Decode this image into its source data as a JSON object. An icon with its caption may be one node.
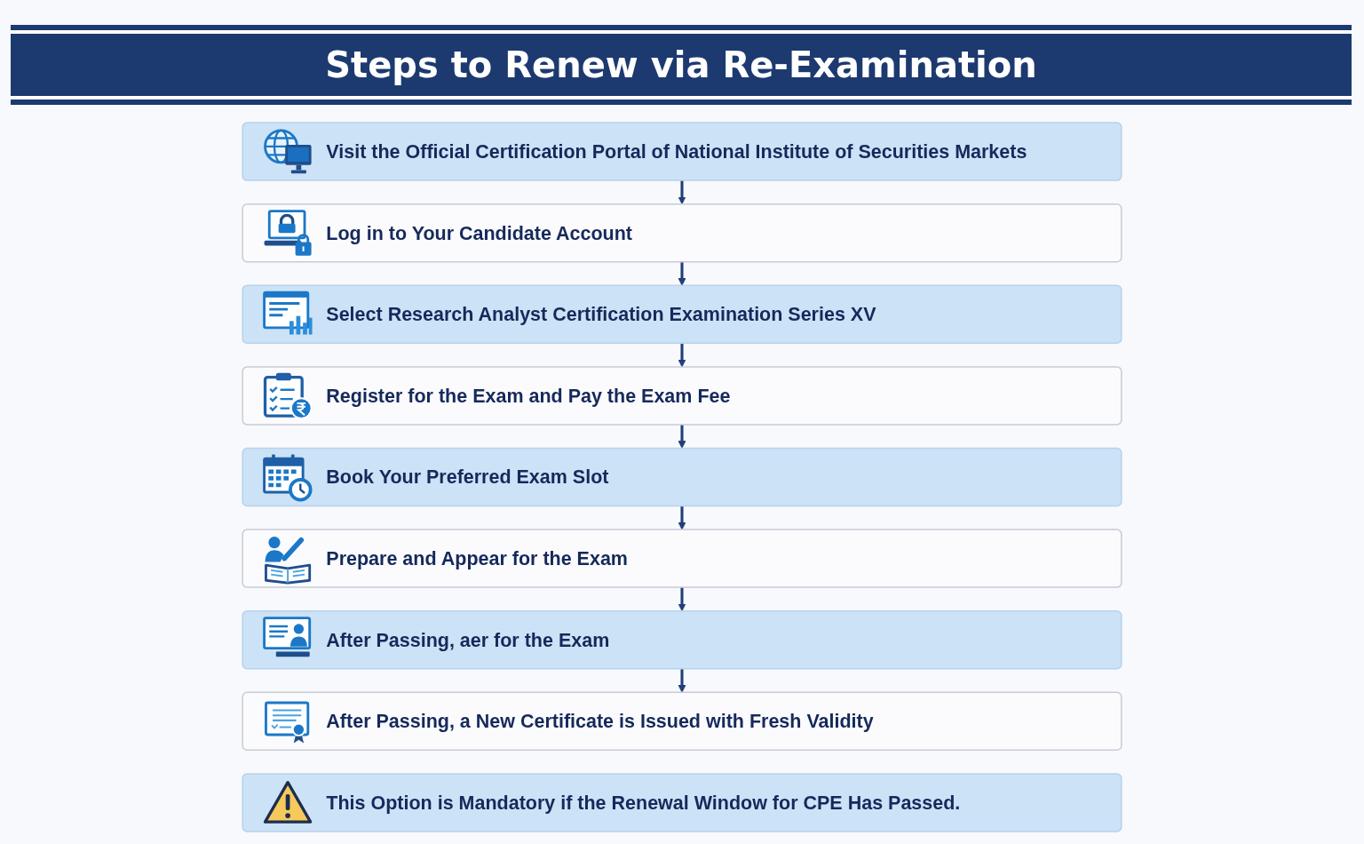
{
  "diagram": {
    "title": "Steps to Renew via Re-Examination",
    "nodes": [
      {
        "text": [
          "Visit the Official Certification Portal of National Institute of Securities Markets"
        ]
      },
      {
        "text": [
          "Log in to Your Candidate Account"
        ]
      },
      {
        "text": [
          "Select Research Analyst Certification Examination Series XV"
        ]
      },
      {
        "text": [
          "Register for the Exam and Pay the Exam Fee"
        ]
      },
      {
        "text": [
          "Book Your Preferred Exam Slot"
        ]
      },
      {
        "text": [
          "Prepare and Appear for the Exam"
        ]
      },
      {
        "text": [
          "After Passing, aer for the Exam"
        ]
      },
      {
        "text": [
          "After Passing, a New Certificate is Issued with Fresh Validity"
        ]
      },
      {
        "text": [
          "This Option is Mandatory if the Renewal Window for CPE Has Passed."
        ]
      }
    ],
    "edges": [
      {
        "from": 0,
        "to": 1,
        "arrow": "to"
      },
      {
        "from": 1,
        "to": 2,
        "arrow": "to"
      },
      {
        "from": 2,
        "to": 3,
        "arrow": "to"
      },
      {
        "from": 3,
        "to": 4,
        "arrow": "to"
      },
      {
        "from": 4,
        "to": 5,
        "arrow": "to"
      },
      {
        "from": 5,
        "to": 6,
        "arrow": "to"
      },
      {
        "from": 6,
        "to": 7,
        "arrow": "to"
      }
    ]
  }
}
